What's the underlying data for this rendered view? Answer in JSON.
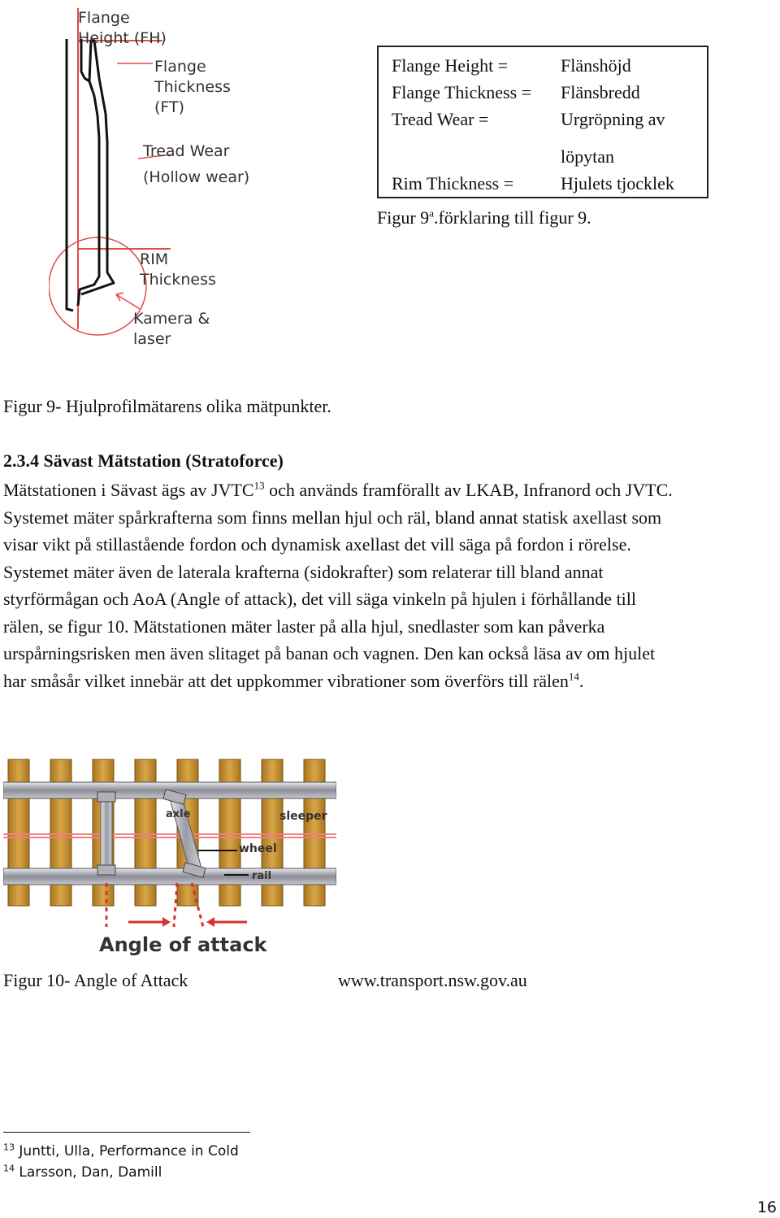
{
  "figure9": {
    "labels": {
      "flange_height": [
        "Flange",
        "Height (FH)"
      ],
      "flange_thickness": [
        "Flange",
        "Thickness",
        "(FT)"
      ],
      "tread_wear": [
        "Tread Wear",
        "(Hollow wear)"
      ],
      "rim_thickness": [
        "RIM",
        "Thickness"
      ],
      "camera": [
        "Kamera &",
        "laser"
      ]
    },
    "caption": "Figur 9- Hjulprofilmätarens olika mätpunkter."
  },
  "legend": {
    "rows": [
      {
        "term": "Flange Height =",
        "translation": "Flänshöjd"
      },
      {
        "term": "Flange Thickness =",
        "translation": "Flänsbredd"
      },
      {
        "term": "Tread Wear =",
        "translation": "Urgröpning av"
      },
      {
        "term": "",
        "translation": "löpytan"
      },
      {
        "term": "Rim Thickness =",
        "translation": "Hjulets tjocklek"
      }
    ],
    "caption_prefix": "Figur 9",
    "caption_sup": "a",
    "caption_suffix": ".förklaring till figur 9."
  },
  "section": {
    "heading": "2.3.4 Sävast Mätstation (Stratoforce)",
    "lines": [
      {
        "pre": "Mätstationen i Sävast ägs av JVTC",
        "sup": "13",
        "post": " och används framförallt av LKAB, Infranord och JVTC."
      },
      {
        "pre": "Systemet mäter spårkrafterna som finns mellan hjul och räl, bland annat statisk axellast som"
      },
      {
        "pre": "visar vikt på stillastående fordon och dynamisk axellast det vill säga på fordon i rörelse."
      },
      {
        "pre": "Systemet mäter även de laterala krafterna (sidokrafter) som relaterar till bland annat"
      },
      {
        "pre": "styrförmågan och AoA (Angle of attack), det vill säga vinkeln på hjulen i förhållande till"
      },
      {
        "pre": "rälen, se figur 10. Mätstationen mäter laster på alla hjul, snedlaster som kan påverka"
      },
      {
        "pre": "urspårningsrisken men även slitaget på banan och vagnen. Den kan också läsa av om hjulet"
      },
      {
        "pre": "har småsår vilket innebär att det uppkommer vibrationer som överförs till rälen",
        "sup": "14",
        "post": "."
      }
    ]
  },
  "figure10": {
    "labels": {
      "axle": "axle",
      "sleeper": "sleeper",
      "wheel": "wheel",
      "rail": "rail",
      "title": "Angle of attack"
    },
    "caption": "Figur 10- Angle of Attack",
    "source": "www.transport.nsw.gov.au"
  },
  "footnotes": [
    {
      "num": "13",
      "text": "Juntti, Ulla, Performance in Cold"
    },
    {
      "num": "14",
      "text": "Larsson, Dan, Damill"
    }
  ],
  "page_number": "16",
  "colors": {
    "sleeper": "#c7922f",
    "rail": "#a0a0a8",
    "guide": "#e04a4a",
    "arrow": "#d93030"
  }
}
